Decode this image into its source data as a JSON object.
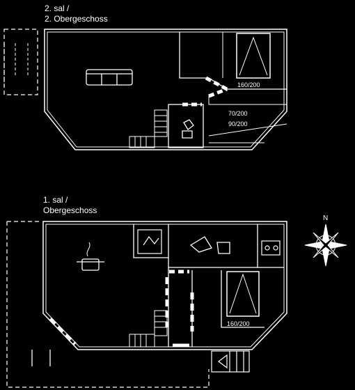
{
  "floors": {
    "upper": {
      "label_line1": "2. sal /",
      "label_line2": "2. Obergeschoss",
      "beds": [
        "160/200",
        "70/200",
        "90/200"
      ]
    },
    "lower": {
      "label_line1": "1. sal /",
      "label_line2": "Obergeschoss",
      "beds": [
        "160/200"
      ]
    }
  },
  "compass": {
    "north": "N"
  },
  "icons": [
    "sofa-icon",
    "stairs-icon",
    "toilet-icon",
    "cooking-pot-icon",
    "sink-icon",
    "shower-icon",
    "dishwasher-icon",
    "entrance-stairs-icon"
  ],
  "colors": {
    "background": "#000000",
    "lines": "#ffffff"
  }
}
